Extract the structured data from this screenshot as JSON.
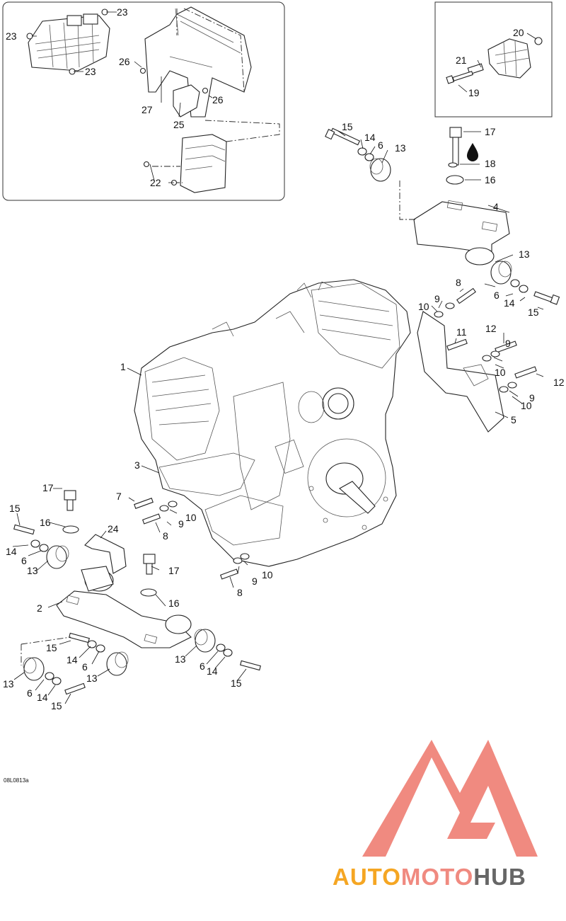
{
  "diagram": {
    "reference_code": "08L0813a",
    "callouts": {
      "c23a": "23",
      "c23b": "23",
      "c23c": "23",
      "c26a": "26",
      "c26b": "26",
      "c27": "27",
      "c25": "25",
      "c22": "22",
      "c20": "20",
      "c21": "21",
      "c19": "19",
      "c15a": "15",
      "c14a": "14",
      "c6a": "6",
      "c13a": "13",
      "c17a": "17",
      "c18": "18",
      "c16a": "16",
      "c4": "4",
      "c13b": "13",
      "c8a": "8",
      "c9a": "9",
      "c10a": "10",
      "c6b": "6",
      "c14b": "14",
      "c15b": "15",
      "c11": "11",
      "c12a": "12",
      "c9b": "9",
      "c10b": "10",
      "c12b": "12",
      "c9c": "9",
      "c10c": "10",
      "c5": "5",
      "c1": "1",
      "c3": "3",
      "c7": "7",
      "c10d": "10",
      "c9d": "9",
      "c8b": "8",
      "c17b": "17",
      "c15c": "15",
      "c16b": "16",
      "c24": "24",
      "c14c": "14",
      "c6c": "6",
      "c13c": "13",
      "c17c": "17",
      "c10e": "10",
      "c9e": "9",
      "c8c": "8",
      "c2": "2",
      "c16c": "16",
      "c15d": "15",
      "c14d": "14",
      "c6d": "6",
      "c13d": "13",
      "c13e": "13",
      "c6e": "6",
      "c14e": "14",
      "c15e": "15",
      "c13f": "13",
      "c6f": "6",
      "c14f": "14",
      "c15f": "15"
    }
  },
  "logo": {
    "parts": [
      "AUTO",
      "MOTO",
      "HUB"
    ],
    "colors": {
      "triangle": "#f08a80",
      "auto": "#f5a623",
      "moto": "#f08a80",
      "hub": "#666666"
    }
  }
}
